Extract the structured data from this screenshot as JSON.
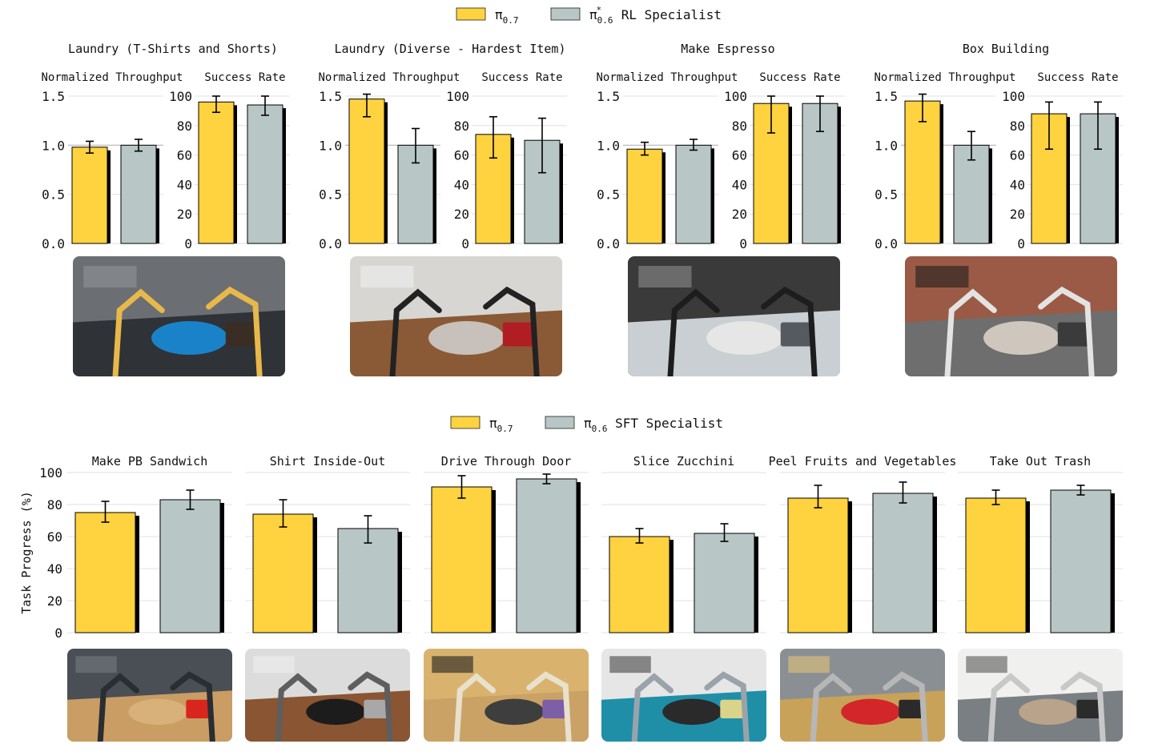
{
  "top_legend": {
    "items": [
      {
        "label": "π",
        "sub": "0.7",
        "sup": "",
        "suffix": "",
        "color": "#FFD23F"
      },
      {
        "label": "π",
        "sub": "0.6",
        "sup": "*",
        "suffix": " RL Specialist",
        "color": "#B8C6C6"
      }
    ]
  },
  "bottom_legend": {
    "items": [
      {
        "label": "π",
        "sub": "0.7",
        "sup": "",
        "suffix": "",
        "color": "#FFD23F"
      },
      {
        "label": "π",
        "sub": "0.6",
        "sup": "",
        "suffix": " SFT Specialist",
        "color": "#B8C6C6"
      }
    ]
  },
  "photos": {
    "laundry_tshirts": {
      "colors": [
        "#6b6f73",
        "#2f3236",
        "#1a82c8",
        "#3a2e24",
        "#e8b84a",
        "#8f9499"
      ]
    },
    "laundry_diverse": {
      "colors": [
        "#d8d6d2",
        "#8a5a36",
        "#c8c0bb",
        "#b01e24",
        "#222222",
        "#eeeeee"
      ]
    },
    "make_espresso": {
      "colors": [
        "#3a3a3a",
        "#c9cfd3",
        "#e6e6e6",
        "#555a60",
        "#1d1d1d",
        "#8c8c8c"
      ]
    },
    "box_building": {
      "colors": [
        "#9b5a45",
        "#6e6e6e",
        "#cfc7bd",
        "#3b3b3b",
        "#e3e3e3",
        "#1e1e1e"
      ]
    },
    "pb_sandwich": {
      "colors": [
        "#4a4f55",
        "#c99d63",
        "#d8b17a",
        "#d8261e",
        "#2a2d31",
        "#777b80"
      ]
    },
    "shirt_inside_out": {
      "colors": [
        "#dcdcdc",
        "#8a5532",
        "#1c1c1c",
        "#a8a8a8",
        "#5e5e5e",
        "#efefef"
      ]
    },
    "drive_through_door": {
      "colors": [
        "#d9b36e",
        "#caa266",
        "#3e3e3e",
        "#7d5fa8",
        "#e8e1cd",
        "#202020"
      ]
    },
    "slice_zucchini": {
      "colors": [
        "#e6e6e6",
        "#1f8fa8",
        "#2a2a2a",
        "#d9d48a",
        "#9aa3aa",
        "#444444"
      ]
    },
    "peel_fruits": {
      "colors": [
        "#8a8f94",
        "#c9a25a",
        "#d2262a",
        "#2a2a2a",
        "#b7b7b7",
        "#e2c27a"
      ]
    },
    "take_out_trash": {
      "colors": [
        "#f0f0ee",
        "#7a7f84",
        "#b9a38a",
        "#2b2b2b",
        "#c8c8c8",
        "#595959"
      ]
    }
  },
  "chart_data": [
    {
      "type": "bar",
      "title": "Laundry (T-Shirts and Shorts)",
      "panels": [
        {
          "title": "Normalized Throughput",
          "ylim": [
            0,
            1.5
          ],
          "yticks": [
            "0.0",
            "0.5",
            "1.0",
            "1.5"
          ],
          "ytick_values": [
            0,
            0.5,
            1.0,
            1.5
          ],
          "reference_line": 1.0,
          "values": [
            0.98,
            1.0
          ],
          "errors": [
            [
              0.92,
              1.04
            ],
            [
              0.94,
              1.06
            ]
          ]
        },
        {
          "title": "Success Rate",
          "ylim": [
            0,
            100
          ],
          "yticks": [
            "0",
            "20",
            "40",
            "60",
            "80",
            "100"
          ],
          "ytick_values": [
            0,
            20,
            40,
            60,
            80,
            100
          ],
          "values": [
            96,
            94
          ],
          "errors": [
            [
              89,
              100
            ],
            [
              87,
              100
            ]
          ]
        }
      ]
    },
    {
      "type": "bar",
      "title": "Laundry (Diverse - Hardest Item)",
      "panels": [
        {
          "title": "Normalized Throughput",
          "ylim": [
            0,
            1.5
          ],
          "yticks": [
            "0.0",
            "0.5",
            "1.0",
            "1.5"
          ],
          "ytick_values": [
            0,
            0.5,
            1.0,
            1.5
          ],
          "reference_line": 1.0,
          "values": [
            1.47,
            1.0
          ],
          "errors": [
            [
              1.29,
              1.52
            ],
            [
              0.82,
              1.17
            ]
          ]
        },
        {
          "title": "Success Rate",
          "ylim": [
            0,
            100
          ],
          "yticks": [
            "0",
            "20",
            "40",
            "60",
            "80",
            "100"
          ],
          "ytick_values": [
            0,
            20,
            40,
            60,
            80,
            100
          ],
          "values": [
            74,
            70
          ],
          "errors": [
            [
              58,
              86
            ],
            [
              48,
              85
            ]
          ]
        }
      ]
    },
    {
      "type": "bar",
      "title": "Make Espresso",
      "panels": [
        {
          "title": "Normalized Throughput",
          "ylim": [
            0,
            1.5
          ],
          "yticks": [
            "0.0",
            "0.5",
            "1.0",
            "1.5"
          ],
          "ytick_values": [
            0,
            0.5,
            1.0,
            1.5
          ],
          "reference_line": 1.0,
          "values": [
            0.96,
            1.0
          ],
          "errors": [
            [
              0.9,
              1.03
            ],
            [
              0.95,
              1.06
            ]
          ]
        },
        {
          "title": "Success Rate",
          "ylim": [
            0,
            100
          ],
          "yticks": [
            "0",
            "20",
            "40",
            "60",
            "80",
            "100"
          ],
          "ytick_values": [
            0,
            20,
            40,
            60,
            80,
            100
          ],
          "values": [
            95,
            95
          ],
          "errors": [
            [
              75,
              100
            ],
            [
              76,
              100
            ]
          ]
        }
      ]
    },
    {
      "type": "bar",
      "title": "Box Building",
      "panels": [
        {
          "title": "Normalized Throughput",
          "ylim": [
            0,
            1.5
          ],
          "yticks": [
            "0.0",
            "0.5",
            "1.0",
            "1.5"
          ],
          "ytick_values": [
            0,
            0.5,
            1.0,
            1.5
          ],
          "reference_line": 1.0,
          "values": [
            1.45,
            1.0
          ],
          "errors": [
            [
              1.24,
              1.52
            ],
            [
              0.85,
              1.14
            ]
          ]
        },
        {
          "title": "Success Rate",
          "ylim": [
            0,
            100
          ],
          "yticks": [
            "0",
            "20",
            "40",
            "60",
            "80",
            "100"
          ],
          "ytick_values": [
            0,
            20,
            40,
            60,
            80,
            100
          ],
          "values": [
            88,
            88
          ],
          "errors": [
            [
              64,
              96
            ],
            [
              64,
              96
            ]
          ]
        }
      ]
    },
    {
      "type": "bar",
      "ylabel": "Task Progress (%)",
      "ylim": [
        0,
        100
      ],
      "yticks": [
        "0",
        "20",
        "40",
        "60",
        "80",
        "100"
      ],
      "ytick_values": [
        0,
        20,
        40,
        60,
        80,
        100
      ],
      "categories": [
        "Make PB Sandwich",
        "Shirt Inside-Out",
        "Drive Through Door",
        "Slice Zucchini",
        "Peel Fruits and Vegetables",
        "Take Out Trash"
      ],
      "series": [
        {
          "values": [
            75,
            74,
            91,
            60,
            84,
            84
          ],
          "errors": [
            [
              69,
              82
            ],
            [
              66,
              83
            ],
            [
              84,
              98
            ],
            [
              56,
              65
            ],
            [
              78,
              92
            ],
            [
              80,
              89
            ]
          ]
        },
        {
          "values": [
            83,
            65,
            96,
            62,
            87,
            89
          ],
          "errors": [
            [
              77,
              89
            ],
            [
              56,
              73
            ],
            [
              93,
              99
            ],
            [
              57,
              68
            ],
            [
              81,
              94
            ],
            [
              86,
              92
            ]
          ]
        }
      ]
    }
  ]
}
